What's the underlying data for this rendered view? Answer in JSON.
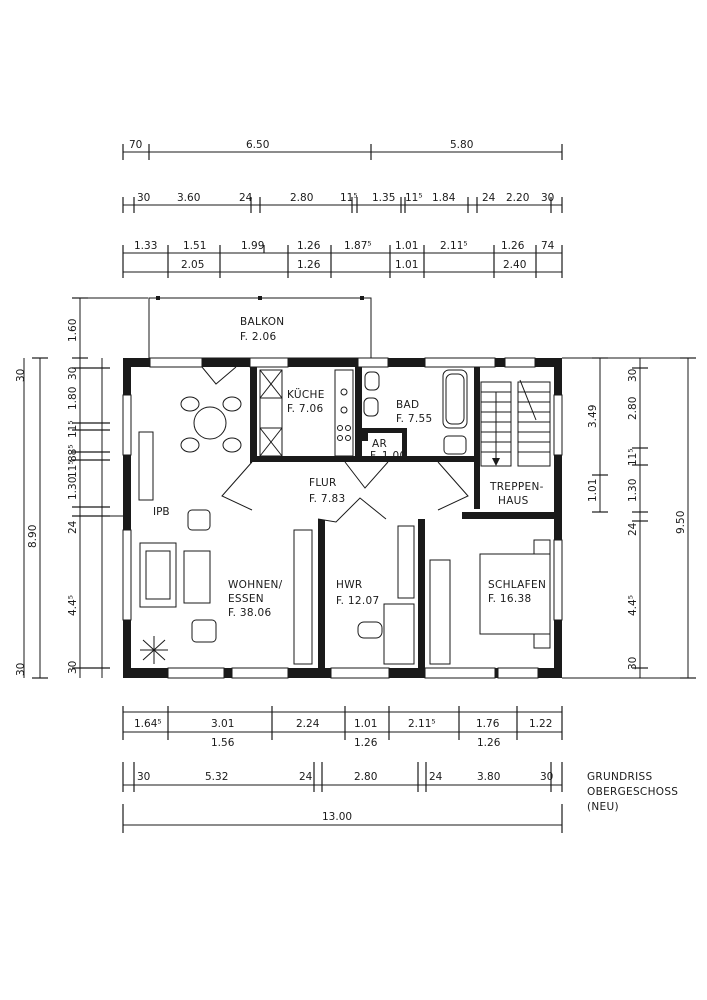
{
  "dims_top": {
    "row1": [
      "70",
      "6.50",
      "5.80"
    ],
    "row2": [
      "30",
      "3.60",
      "24",
      "2.80",
      "11⁵",
      "1.35",
      "11⁵",
      "1.84",
      "24",
      "2.20",
      "30"
    ],
    "row3": [
      "1.33",
      "1.51",
      "1.99",
      "1.26",
      "1.87⁵",
      "1.01",
      "2.11⁵",
      "1.26",
      "74"
    ],
    "row3b": [
      "2.05",
      "1.26",
      "1.01",
      "2.40"
    ]
  },
  "dims_bottom": {
    "row1": [
      "1.64⁵",
      "3.01",
      "2.24",
      "1.01",
      "2.11⁵",
      "1.76",
      "1.22"
    ],
    "row1b": [
      "1.56",
      "1.26",
      "1.26"
    ],
    "row2": [
      "30",
      "5.32",
      "24",
      "2.80",
      "24",
      "3.80",
      "30"
    ],
    "total": "13.00"
  },
  "dims_left": {
    "balkon": "1.60",
    "outer": [
      "30",
      "1.80",
      "11⁵",
      "88⁵",
      "1.30",
      "11⁵",
      "24",
      "4.4⁵",
      "30"
    ],
    "overall": "8.90"
  },
  "dims_right": {
    "a": [
      "3.49",
      "1.01"
    ],
    "b": [
      "30",
      "2.80",
      "11⁵",
      "1.30",
      "24",
      "4.4⁵",
      "30"
    ],
    "overall": "9.50"
  },
  "rooms": {
    "balkon": {
      "name": "BALKON",
      "area": "F. 2.06"
    },
    "kueche": {
      "name": "KÜCHE",
      "area": "F. 7.06"
    },
    "bad": {
      "name": "BAD",
      "area": "F. 7.55"
    },
    "ar": {
      "name": "AR",
      "area": "F. 1.00"
    },
    "flur": {
      "name": "FLUR",
      "area": "F. 7.83"
    },
    "treppen": {
      "name1": "TREPPEN-",
      "name2": "HAUS"
    },
    "wohnen": {
      "name1": "WOHNEN/",
      "name2": "ESSEN",
      "area": "F. 38.06"
    },
    "hwr": {
      "name": "HWR",
      "area": "F. 12.07"
    },
    "schlafen": {
      "name": "SCHLAFEN",
      "area": "F. 16.38"
    }
  },
  "labels": {
    "ipb": "IPB"
  },
  "caption": {
    "line1": "GRUNDRISS",
    "line2": "OBERGESCHOSS",
    "line3": "(NEU)"
  }
}
